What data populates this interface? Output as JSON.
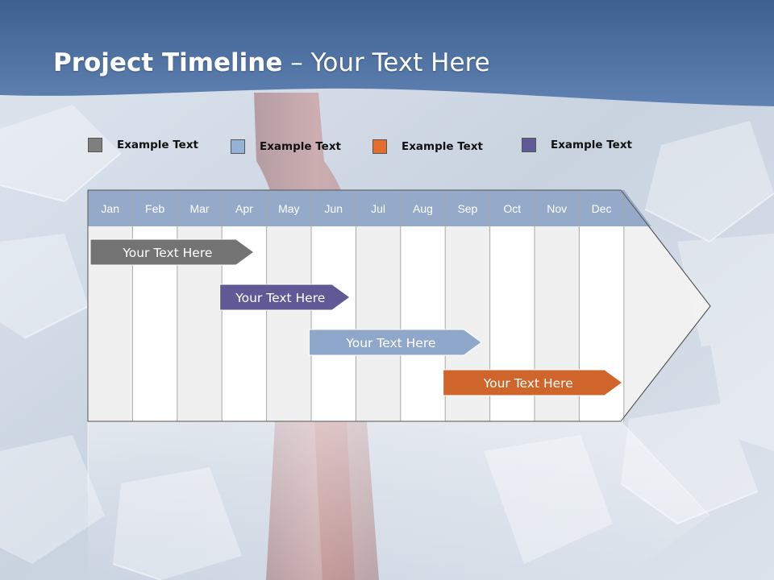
{
  "slide": {
    "title_bold": "Project Timeline",
    "title_rest": " – Your Text Here"
  },
  "legend": [
    {
      "label": "Example Text",
      "color": "#7f7f7f"
    },
    {
      "label": "Example Text",
      "color": "#95b3d7"
    },
    {
      "label": "Example Text",
      "color": "#e46c2c"
    },
    {
      "label": "Example Text",
      "color": "#5f5a96"
    }
  ],
  "timeline": {
    "months": [
      "Jan",
      "Feb",
      "Mar",
      "Apr",
      "May",
      "Jun",
      "Jul",
      "Aug",
      "Sep",
      "Oct",
      "Nov",
      "Dec"
    ],
    "header_color": "#95a9c9",
    "tasks": [
      {
        "label": "Your  Text Here",
        "start": 0,
        "end": 3.75,
        "color": "#737373"
      },
      {
        "label": "Your  Text Here",
        "start": 2.9,
        "end": 5.9,
        "color": "#5f5a96"
      },
      {
        "label": "Your  Text Here",
        "start": 4.9,
        "end": 8.85,
        "color": "#8ea7cb"
      },
      {
        "label": "Your  Text Here",
        "start": 7.9,
        "end": 12,
        "color": "#cf652b"
      }
    ]
  }
}
